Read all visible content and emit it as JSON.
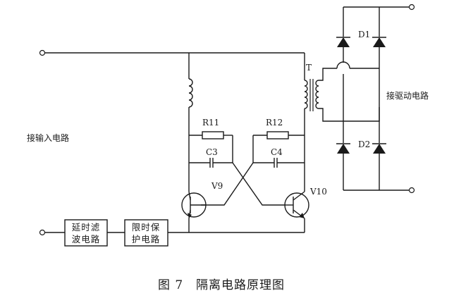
{
  "labels": {
    "input_circuit": "接输入电路",
    "drive_circuit": "接驱动电路",
    "transformer": "T",
    "resistor_left": "R11",
    "resistor_right": "R12",
    "capacitor_left": "C3",
    "capacitor_right": "C4",
    "transistor_left": "V9",
    "transistor_right": "V10",
    "diode_top": "D1",
    "diode_bottom": "D2"
  },
  "boxes": {
    "delay_filter": {
      "line1": "延时滤",
      "line2": "波电路"
    },
    "time_limit": {
      "line1": "限时保",
      "line2": "护电路"
    }
  },
  "caption": {
    "figure_no": "图 7",
    "title": "隔离电路原理图"
  }
}
